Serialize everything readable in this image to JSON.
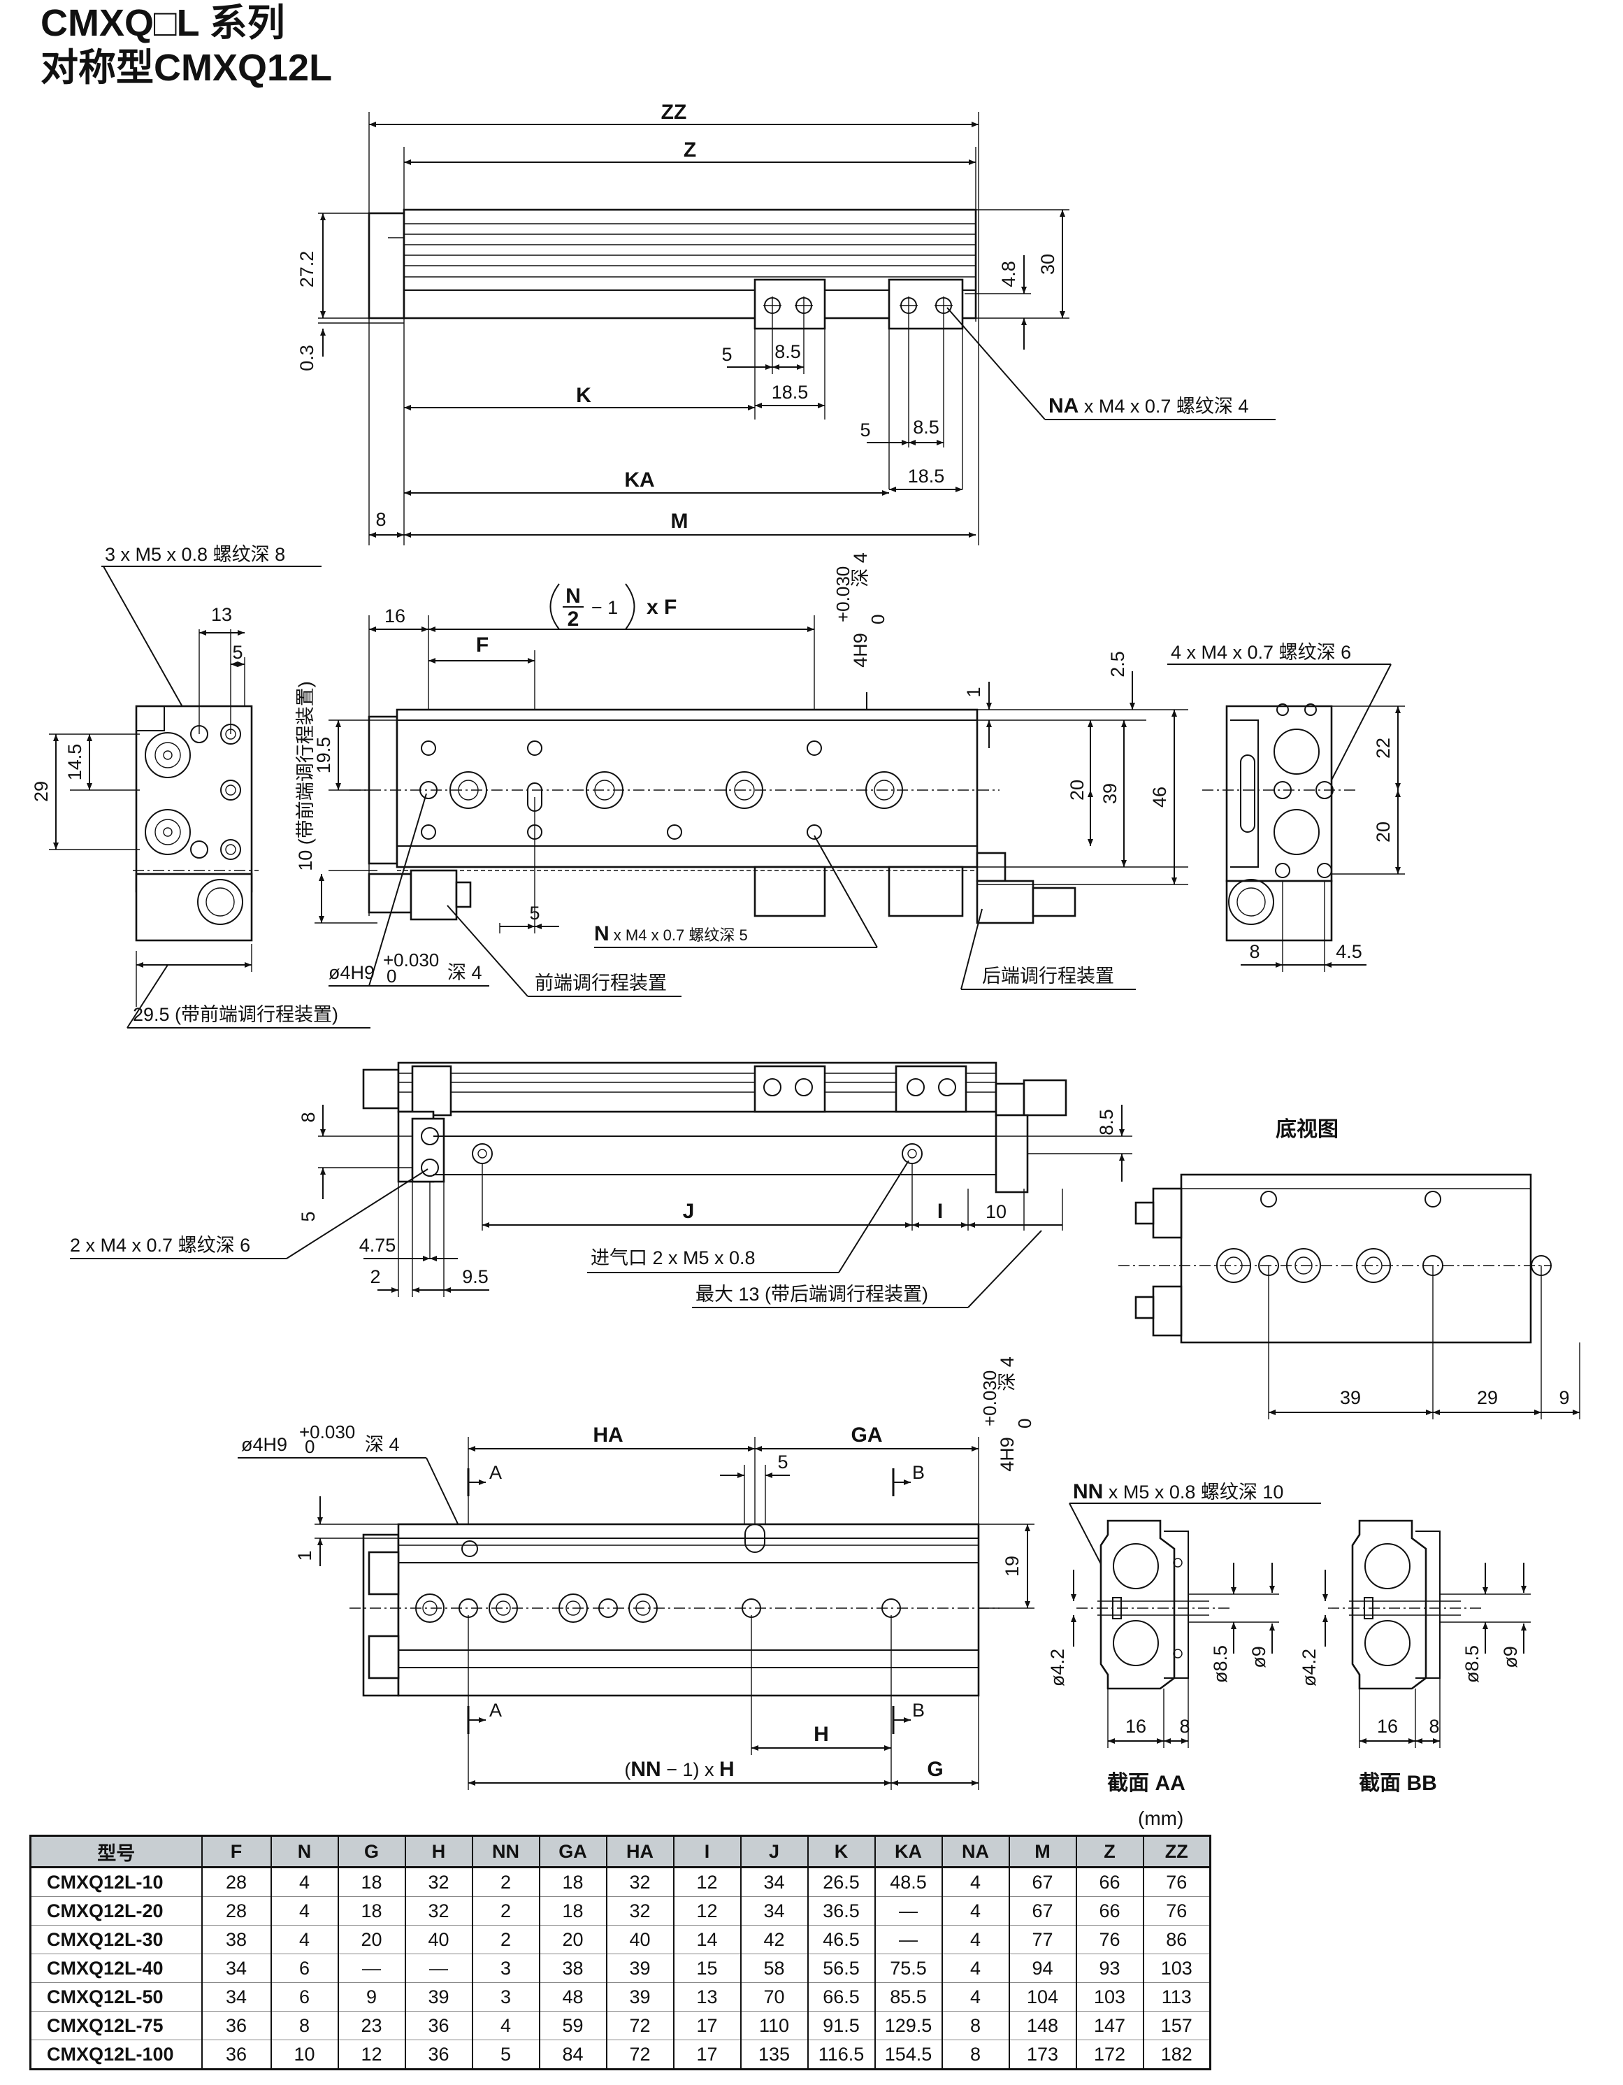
{
  "header": {
    "series": "CMXQ□L 系列",
    "model": "对称型CMXQ12L"
  },
  "top_view": {
    "zz": "ZZ",
    "z": "Z",
    "d27_2": "27.2",
    "d0_3": "0.3",
    "d4_8": "4.8",
    "d30": "30",
    "d5a": "5",
    "d8_5a": "8.5",
    "d18_5a": "18.5",
    "k": "K",
    "na_prefix": "NA",
    "na_note": " x M4 x 0.7 螺纹深 4",
    "d5b": "5",
    "d8_5b": "8.5",
    "d18_5b": "18.5",
    "ka": "KA",
    "d8": "8",
    "m": "M"
  },
  "front_view": {
    "m5_note": "3 x M5 x 0.8  螺纹深 8",
    "d13": "13",
    "d5c": "5",
    "d14_5": "14.5",
    "d29": "29",
    "side_note": "10 (带前端调行程装置)",
    "d19_5": "19.5",
    "d16": "16",
    "f": "F",
    "nf_n": "N",
    "nf_2": "2",
    "nf_rest": "− 1",
    "nf_f": "x F",
    "h9_a": "4H9",
    "h9_a_tol_top": "+0.030",
    "h9_a_tol_bot": "0",
    "h9_a_depth": "深 4",
    "d1a": "1",
    "d2_5": "2.5",
    "d20a": "20",
    "d39": "39",
    "d46": "46",
    "d5d": "5",
    "n_prefix": "N",
    "n_note": " x M4 x 0.7  螺纹深 5",
    "phi4_a": "ø4H9",
    "phi4_a_tol_top": "+0.030",
    "phi4_a_tol_bot": "0",
    "phi4_a_depth": "深 4",
    "front_adj": "前端调行程装置",
    "rear_adj": "后端调行程装置",
    "d29_5": "29.5 (带前端调行程装置)",
    "m4_note_r": "4 x M4 x 0.7  螺纹深 6",
    "d22": "22",
    "d20b": "20",
    "d8b": "8",
    "d4_5": "4.5"
  },
  "side_view": {
    "d8c": "8",
    "d5e": "5",
    "d8_5c": "8.5",
    "m4_note": "2 x M4 x 0.7   螺纹深 6",
    "d4_75": "4.75",
    "d2": "2",
    "d9_5": "9.5",
    "j": "J",
    "i": "I",
    "d10": "10",
    "inlet": "进气口   2 x M5 x 0.8",
    "max13": "最大 13 (带后端调行程装置)"
  },
  "bottom_view": {
    "title": "底视图",
    "d39b": "39",
    "d29b": "29",
    "d9": "9"
  },
  "lower_view": {
    "phi4_b": "ø4H9",
    "phi4_b_tol_top": "+0.030",
    "phi4_b_tol_bot": "0",
    "phi4_b_depth": "深 4",
    "ha": "HA",
    "ga": "GA",
    "d5f": "5",
    "h9_b": "4H9",
    "h9_b_tol_top": "+0.030",
    "h9_b_tol_bot": "0",
    "h9_b_depth": "深 4",
    "a_top": "A",
    "b_top": "B",
    "a_bot": "A",
    "b_bot": "B",
    "d1b": "1",
    "d19": "19",
    "h": "H",
    "g": "G",
    "nn_open": "(",
    "nn": "NN",
    "nn_rest": " − 1) x ",
    "nn_h": "H"
  },
  "sections": {
    "nn_prefix": "NN",
    "nn_note": " x M5 x 0.8  螺纹深  10",
    "aa": {
      "d4_2": "ø4.2",
      "d8_5": "ø8.5",
      "d9": "ø9",
      "d16": "16",
      "d8": "8",
      "label": "截面 AA"
    },
    "bb": {
      "d4_2": "ø4.2",
      "d8_5": "ø8.5",
      "d9": "ø9",
      "d16": "16",
      "d8": "8",
      "label": "截面 BB"
    }
  },
  "table": {
    "unit": "(mm)",
    "headers": [
      "型号",
      "F",
      "N",
      "G",
      "H",
      "NN",
      "GA",
      "HA",
      "I",
      "J",
      "K",
      "KA",
      "NA",
      "M",
      "Z",
      "ZZ"
    ],
    "rows": [
      [
        "CMXQ12L-10",
        "28",
        "4",
        "18",
        "32",
        "2",
        "18",
        "32",
        "12",
        "34",
        "26.5",
        "48.5",
        "4",
        "67",
        "66",
        "76"
      ],
      [
        "CMXQ12L-20",
        "28",
        "4",
        "18",
        "32",
        "2",
        "18",
        "32",
        "12",
        "34",
        "36.5",
        "—",
        "4",
        "67",
        "66",
        "76"
      ],
      [
        "CMXQ12L-30",
        "38",
        "4",
        "20",
        "40",
        "2",
        "20",
        "40",
        "14",
        "42",
        "46.5",
        "—",
        "4",
        "77",
        "76",
        "86"
      ],
      [
        "CMXQ12L-40",
        "34",
        "6",
        "—",
        "—",
        "3",
        "38",
        "39",
        "15",
        "58",
        "56.5",
        "75.5",
        "4",
        "94",
        "93",
        "103"
      ],
      [
        "CMXQ12L-50",
        "34",
        "6",
        "9",
        "39",
        "3",
        "48",
        "39",
        "13",
        "70",
        "66.5",
        "85.5",
        "4",
        "104",
        "103",
        "113"
      ],
      [
        "CMXQ12L-75",
        "36",
        "8",
        "23",
        "36",
        "4",
        "59",
        "72",
        "17",
        "110",
        "91.5",
        "129.5",
        "8",
        "148",
        "147",
        "157"
      ],
      [
        "CMXQ12L-100",
        "36",
        "10",
        "12",
        "36",
        "5",
        "84",
        "72",
        "17",
        "135",
        "116.5",
        "154.5",
        "8",
        "173",
        "172",
        "182"
      ]
    ]
  }
}
